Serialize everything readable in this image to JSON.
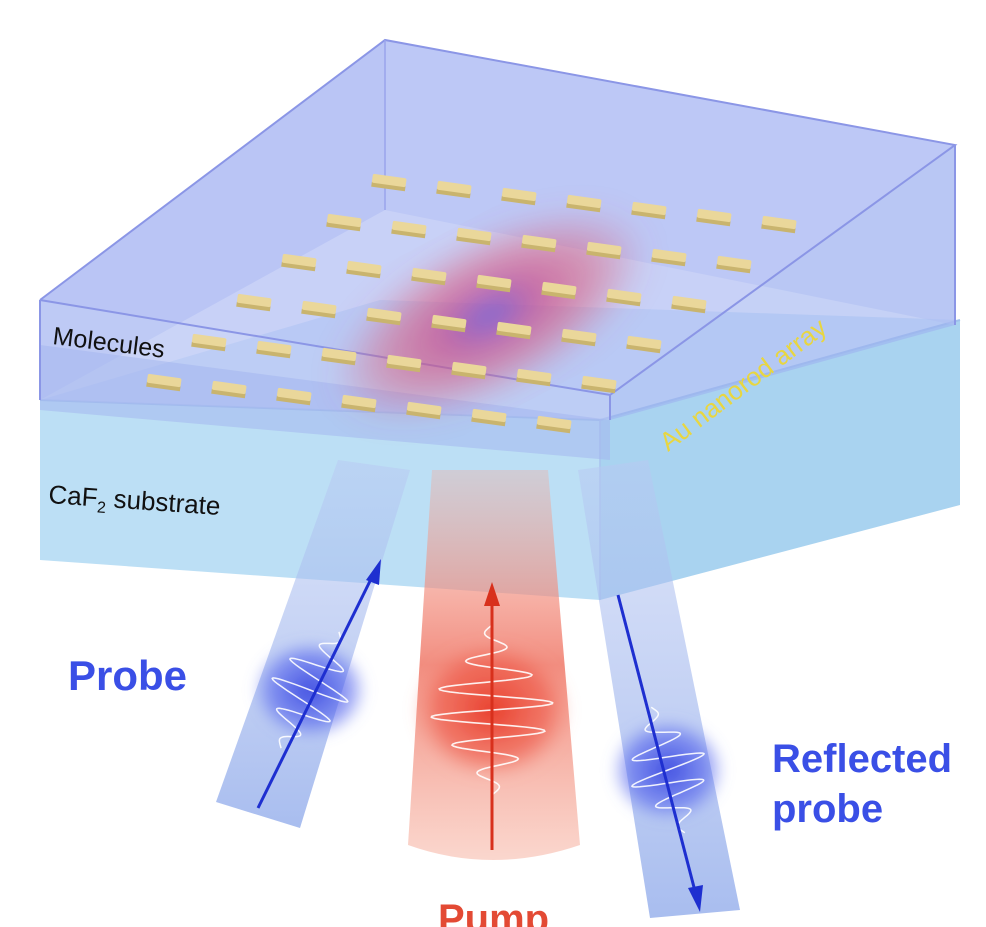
{
  "labels": {
    "molecules": "Molecules",
    "substrate_main": "CaF",
    "substrate_sub": "2",
    "substrate_rest": " substrate",
    "array": "Au nanorod array",
    "probe": "Probe",
    "reflected_line1": "Reflected",
    "reflected_line2": "probe",
    "pump": "Pump"
  },
  "colors": {
    "cell_top": "#a9b8f4",
    "cell_edge": "#8f9be8",
    "substrate": "#b8dcf4",
    "nanorod": "#ead79a",
    "probe_text": "#3a4fe6",
    "pump_text": "#e34a34",
    "array_text": "#e8d640",
    "probe_beam": "#8aa6ec",
    "pump_beam": "#f07a6a",
    "arrow_probe": "#1e2fd0",
    "arrow_pump": "#d8301c"
  },
  "nanorod_array": {
    "rows": 6,
    "columns": 7
  }
}
